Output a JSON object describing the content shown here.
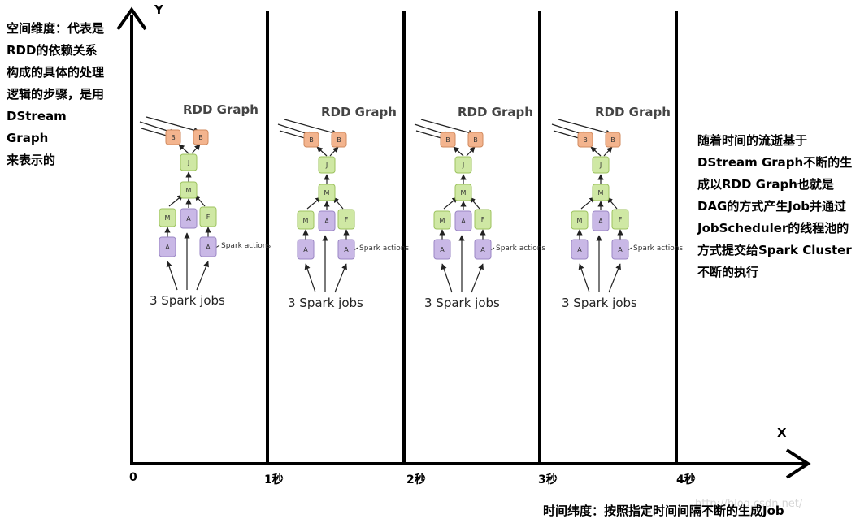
{
  "axes": {
    "y_label": "Y",
    "x_label": "X"
  },
  "ticks": [
    "0",
    "1秒",
    "2秒",
    "3秒",
    "4秒"
  ],
  "left_note": [
    "空间维度：代表是",
    "RDD的依赖关系",
    "构成的具体的处理",
    "逻辑的步骤，是用",
    "DStream Graph",
    "来表示的"
  ],
  "right_note": [
    "随着时间的流逝基于",
    "DStream Graph不断的生",
    "成以RDD Graph也就是",
    "DAG的方式产生Job并通过",
    "JobScheduler的线程池的",
    "方式提交给Spark Cluster",
    "不断的执行"
  ],
  "x_caption": "时间纬度：按照指定时间间隔不断的生成Job",
  "watermark": "http://blog.csdn.net/",
  "graph": {
    "title": "RDD Graph",
    "jobs_label": "3 Spark jobs",
    "actions_label": "Spark actions",
    "node_labels": {
      "b1": "B",
      "b2": "B",
      "j": "J",
      "m_top": "M",
      "m_left": "M",
      "a_mid": "A",
      "f": "F",
      "a_left": "A",
      "a_right": "A"
    }
  },
  "colors": {
    "orange_node": "#f3b48e",
    "green_node": "#cfe8a4",
    "purple_node": "#c9b8e6",
    "axis": "#000000"
  }
}
